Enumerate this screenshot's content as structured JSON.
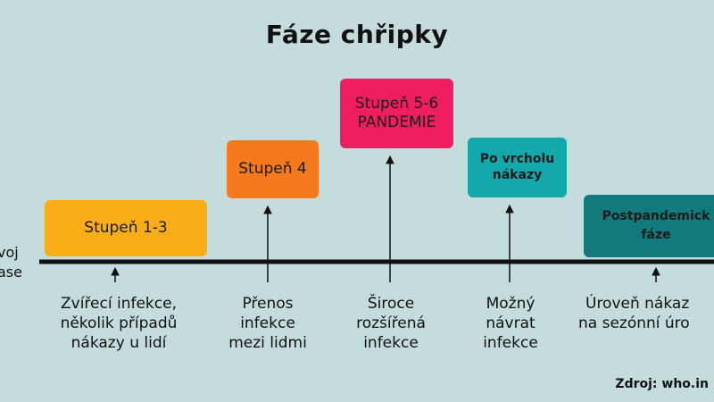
{
  "title": "Fáze chřipky",
  "axis_label": {
    "line1": "voj",
    "line2": "ase"
  },
  "phases": [
    {
      "label_line1": "Stupeň 1-3",
      "label_line2": "",
      "color": "#f9ae17",
      "description": [
        "Zvířecí infekce,",
        "několik případů",
        "nákazy u lidí"
      ]
    },
    {
      "label_line1": "Stupeň 4",
      "label_line2": "",
      "color": "#f57a1b",
      "description": [
        "Přenos",
        "infekce",
        "mezi lidmi"
      ]
    },
    {
      "label_line1": "Stupeň 5-6",
      "label_line2": "PANDEMIE",
      "color": "#ef1f5f",
      "description": [
        "Široce",
        "rozšířená",
        "infekce"
      ]
    },
    {
      "label_line1": "Po vrcholu",
      "label_line2": "nákazy",
      "color": "#13a8ac",
      "description": [
        "Možný",
        "návrat",
        "infekce"
      ]
    },
    {
      "label_line1": "Postpandemick",
      "label_line2": "fáze",
      "color": "#127a7c",
      "description": [
        "Úroveň nákaz",
        "na sezónní úro"
      ]
    }
  ],
  "source": "Zdroj: who.in"
}
